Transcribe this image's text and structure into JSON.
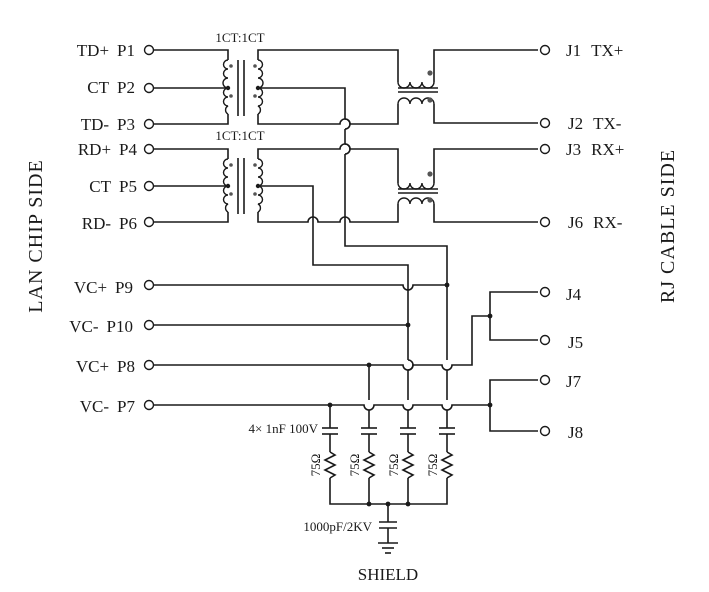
{
  "diagram": {
    "title": "RJ45 MagJack LAN transformer schematic",
    "left_side_label": "LAN CHIP SIDE",
    "right_side_label": "RJ CABLE SIDE",
    "transformer_ratio_labels": [
      "1CT:1CT",
      "1CT:1CT"
    ],
    "chip_pins": [
      {
        "signal": "TD+",
        "pin": "P1"
      },
      {
        "signal": "CT",
        "pin": "P2"
      },
      {
        "signal": "TD-",
        "pin": "P3"
      },
      {
        "signal": "RD+",
        "pin": "P4"
      },
      {
        "signal": "CT",
        "pin": "P5"
      },
      {
        "signal": "RD-",
        "pin": "P6"
      },
      {
        "signal": "VC+",
        "pin": "P9"
      },
      {
        "signal": "VC-",
        "pin": "P10"
      },
      {
        "signal": "VC+",
        "pin": "P8"
      },
      {
        "signal": "VC-",
        "pin": "P7"
      }
    ],
    "cable_pins": [
      {
        "pin": "J1",
        "signal": "TX+"
      },
      {
        "pin": "J2",
        "signal": "TX-"
      },
      {
        "pin": "J3",
        "signal": "RX+"
      },
      {
        "pin": "J6",
        "signal": "RX-"
      },
      {
        "pin": "J4",
        "signal": ""
      },
      {
        "pin": "J5",
        "signal": ""
      },
      {
        "pin": "J7",
        "signal": ""
      },
      {
        "pin": "J8",
        "signal": ""
      }
    ],
    "capacitor_array_label": "4× 1nF 100V",
    "resistor_labels": [
      "75Ω",
      "75Ω",
      "75Ω",
      "75Ω"
    ],
    "shield_cap_label": "1000pF/2KV",
    "ground_label": "SHIELD",
    "icons": {
      "pin": "open-circle-terminal",
      "junction": "filled-dot",
      "transformer": "center-tapped-transformer",
      "choke": "common-mode-choke",
      "capacitor": "capacitor-symbol",
      "resistor": "zigzag-resistor",
      "ground": "ground-symbol"
    }
  }
}
